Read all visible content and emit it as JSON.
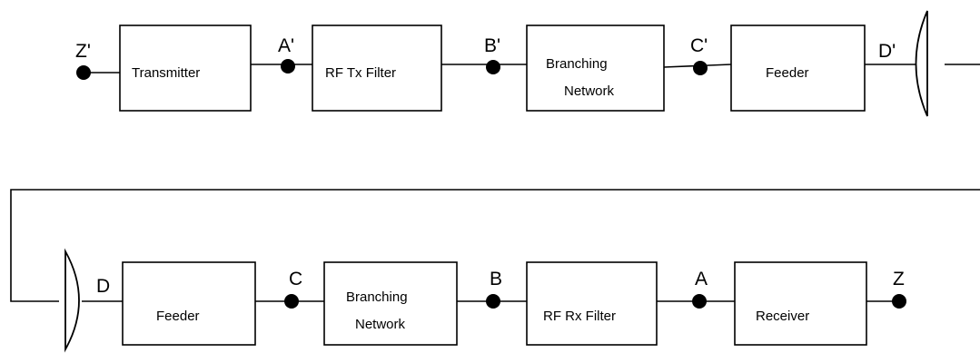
{
  "diagram": {
    "transmit_chain": {
      "blocks": [
        {
          "lines": [
            "Transmitter"
          ]
        },
        {
          "lines": [
            "RF Tx Filter"
          ]
        },
        {
          "lines": [
            "Branching",
            "Network"
          ]
        },
        {
          "lines": [
            "Feeder"
          ]
        }
      ],
      "points": [
        "Z'",
        "A'",
        "B'",
        "C'",
        "D'"
      ]
    },
    "receive_chain": {
      "blocks": [
        {
          "lines": [
            "Feeder"
          ]
        },
        {
          "lines": [
            "Branching",
            "Network"
          ]
        },
        {
          "lines": [
            "RF Rx Filter"
          ]
        },
        {
          "lines": [
            "Receiver"
          ]
        }
      ],
      "points": [
        "D",
        "C",
        "B",
        "A",
        "Z"
      ]
    },
    "antennas": [
      "transmit-antenna",
      "receive-antenna"
    ]
  }
}
